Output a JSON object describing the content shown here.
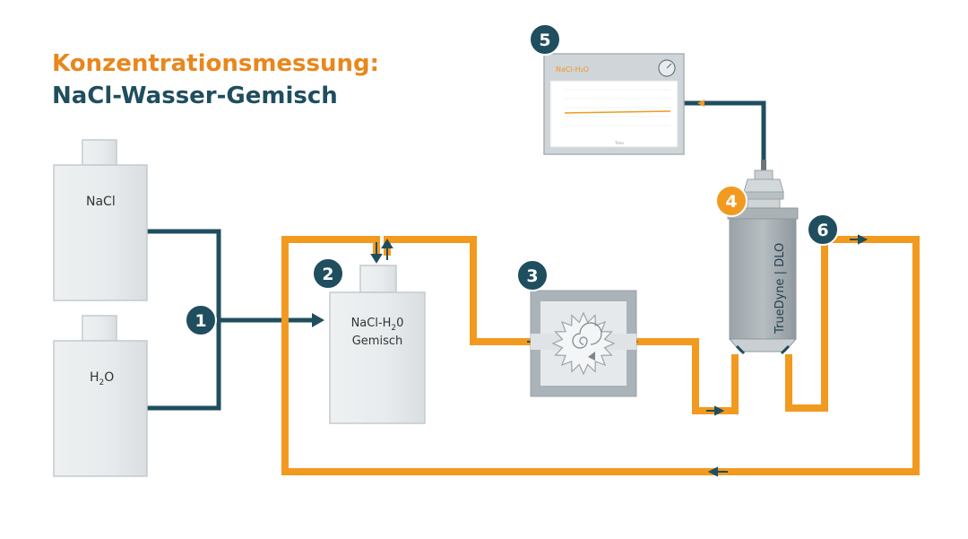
{
  "title": {
    "line1": "Konzentrationsmessung:",
    "line2": "NaCl-Wasser-Gemisch"
  },
  "tanks": {
    "nacl": "NaCl",
    "h2o_main": "H",
    "h2o_sub": "2",
    "h2o_tail": "O",
    "mix_line1_main": "NaCl-H",
    "mix_line1_sub": "2",
    "mix_line1_tail": "0",
    "mix_line2": "Gemisch"
  },
  "badges": [
    "1",
    "2",
    "3",
    "4",
    "5",
    "6"
  ],
  "sensor_label": "TrueDyne | DLO",
  "monitor": {
    "title": "NaCl-H₂O",
    "axis_x": "Time"
  },
  "colors": {
    "orange": "#f29a1f",
    "navy": "#1f4e5e",
    "tank_fill": "#e9ecee",
    "tank_stroke": "#c4cacd"
  }
}
